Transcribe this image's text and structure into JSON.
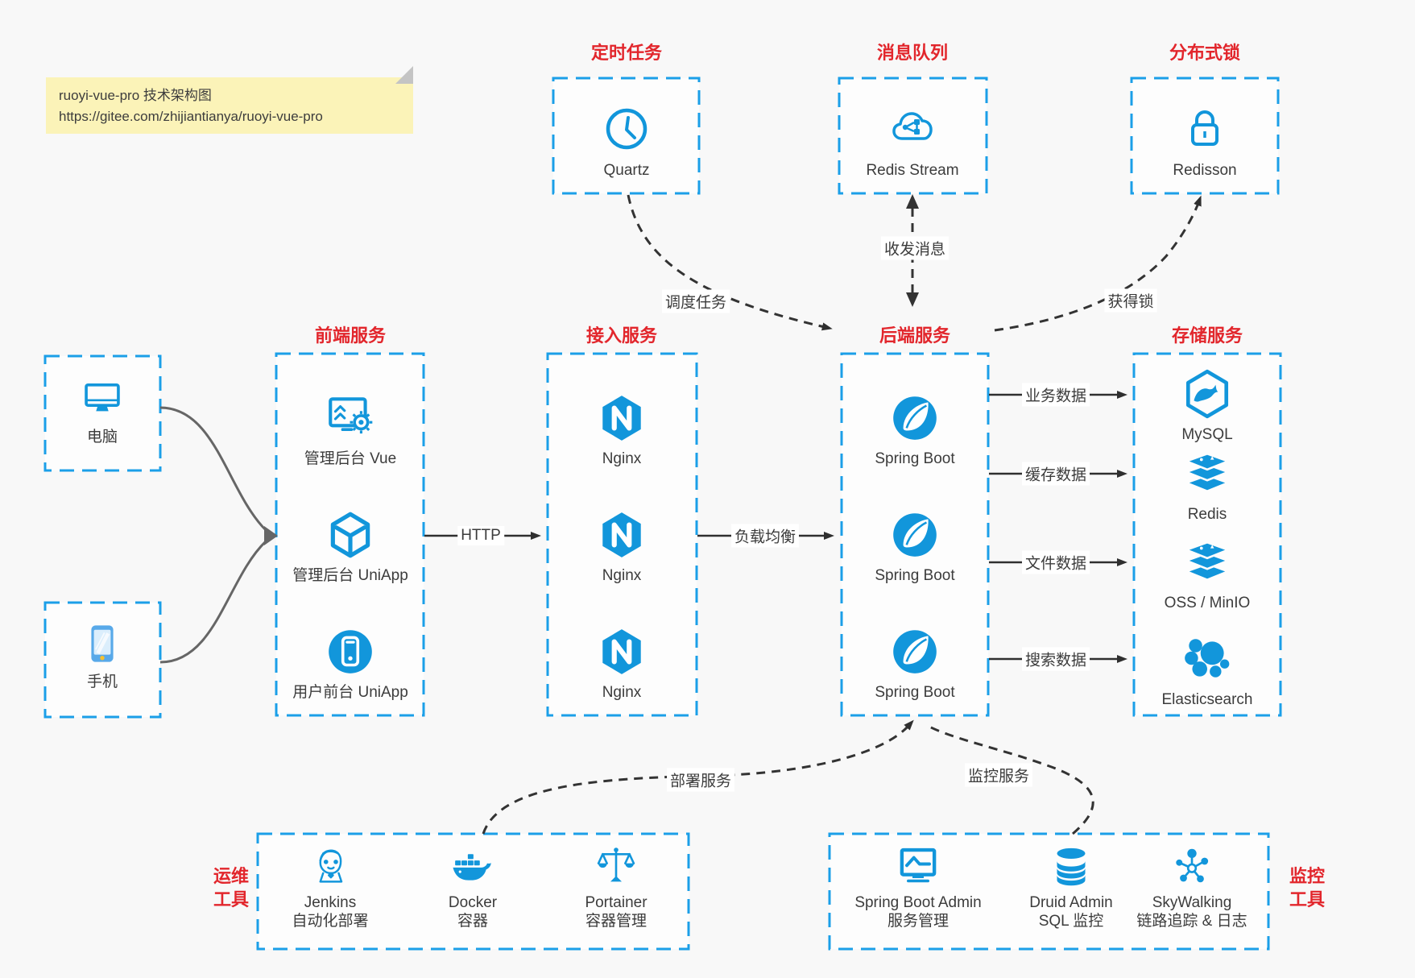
{
  "note": {
    "line1": "ruoyi-vue-pro 技术架构图",
    "line2": "https://gitee.com/zhijiantianya/ruoyi-vue-pro"
  },
  "colors": {
    "accent_blue": "#1296db",
    "box_border_blue": "#1b9fe8",
    "title_red": "#e2262c",
    "text_dark": "#3c3c3c",
    "arrow_dark": "#2f2f2f",
    "note_bg": "#fbf3b8",
    "canvas_bg": "#f8f8f8"
  },
  "top_groups": [
    {
      "title": "定时任务",
      "item": {
        "icon": "clock-icon",
        "label": "Quartz"
      }
    },
    {
      "title": "消息队列",
      "item": {
        "icon": "cloud-stream-icon",
        "label": "Redis Stream"
      }
    },
    {
      "title": "分布式锁",
      "item": {
        "icon": "lock-icon",
        "label": "Redisson"
      }
    }
  ],
  "clients": [
    {
      "icon": "desktop-icon",
      "label": "电脑"
    },
    {
      "icon": "smartphone-icon",
      "label": "手机"
    }
  ],
  "columns": [
    {
      "title": "前端服务",
      "items": [
        {
          "icon": "admin-vue-icon",
          "label": "管理后台 Vue"
        },
        {
          "icon": "uniapp-cube-icon",
          "label": "管理后台 UniApp"
        },
        {
          "icon": "uniapp-circle-icon",
          "label": "用户前台 UniApp"
        }
      ]
    },
    {
      "title": "接入服务",
      "items": [
        {
          "icon": "nginx-icon",
          "label": "Nginx"
        },
        {
          "icon": "nginx-icon",
          "label": "Nginx"
        },
        {
          "icon": "nginx-icon",
          "label": "Nginx"
        }
      ]
    },
    {
      "title": "后端服务",
      "items": [
        {
          "icon": "spring-boot-icon",
          "label": "Spring Boot"
        },
        {
          "icon": "spring-boot-icon",
          "label": "Spring Boot"
        },
        {
          "icon": "spring-boot-icon",
          "label": "Spring Boot"
        }
      ]
    },
    {
      "title": "存储服务",
      "items": [
        {
          "icon": "mysql-icon",
          "label": "MySQL"
        },
        {
          "icon": "redis-icon",
          "label": "Redis"
        },
        {
          "icon": "storage-stack-icon",
          "label": "OSS / MinIO"
        },
        {
          "icon": "elasticsearch-icon",
          "label": "Elasticsearch"
        }
      ]
    }
  ],
  "bottom_groups": [
    {
      "title_lines": [
        "运维",
        "工具"
      ],
      "items": [
        {
          "icon": "jenkins-icon",
          "label": "Jenkins",
          "sublabel": "自动化部署"
        },
        {
          "icon": "docker-icon",
          "label": "Docker",
          "sublabel": "容器"
        },
        {
          "icon": "portainer-icon",
          "label": "Portainer",
          "sublabel": "容器管理"
        }
      ]
    },
    {
      "title_lines": [
        "监控",
        "工具"
      ],
      "items": [
        {
          "icon": "spring-boot-admin-icon",
          "label": "Spring Boot Admin",
          "sublabel": "服务管理"
        },
        {
          "icon": "druid-icon",
          "label": "Druid Admin",
          "sublabel": "SQL 监控"
        },
        {
          "icon": "skywalking-icon",
          "label": "SkyWalking",
          "sublabel": "链路追踪 & 日志"
        }
      ]
    }
  ],
  "edges": {
    "http": "HTTP",
    "load_balance": "负载均衡",
    "schedule": "调度任务",
    "messages": "收发消息",
    "acquire_lock": "获得锁",
    "business_data": "业务数据",
    "cache_data": "缓存数据",
    "file_data": "文件数据",
    "search_data": "搜索数据",
    "deploy": "部署服务",
    "monitor": "监控服务"
  }
}
